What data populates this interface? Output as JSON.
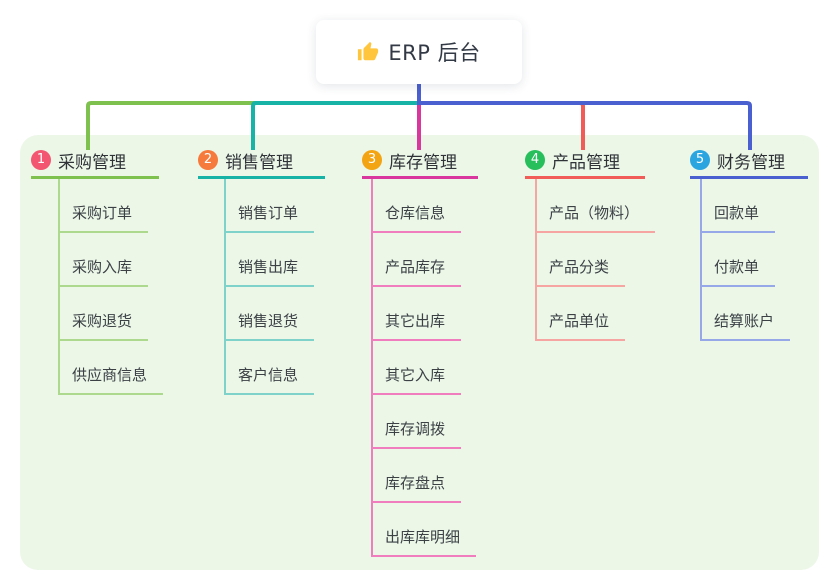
{
  "root": {
    "title": "ERP 后台",
    "icon": "thumbs-up-icon",
    "icon_color": "#FFC53D"
  },
  "colors": {
    "panel_background": "#ECF7E8",
    "root_connector": "#4A5FD0",
    "card_background": "#FFFFFF",
    "header_text": "#2F3338",
    "child_text": "#3C4146"
  },
  "branches": [
    {
      "index": "1",
      "title": "采购管理",
      "badge_color": "#F25670",
      "line_color": "#7EC14F",
      "child_line_color": "#ACD98D",
      "children": [
        "采购订单",
        "采购入库",
        "采购退货",
        "供应商信息"
      ]
    },
    {
      "index": "2",
      "title": "销售管理",
      "badge_color": "#F57A3B",
      "line_color": "#17B3A6",
      "child_line_color": "#7FD2CA",
      "children": [
        "销售订单",
        "销售出库",
        "销售退货",
        "客户信息"
      ]
    },
    {
      "index": "3",
      "title": "库存管理",
      "badge_color": "#F2A413",
      "line_color": "#D9379E",
      "child_line_color": "#F07EBE",
      "children": [
        "仓库信息",
        "产品库存",
        "其它出库",
        "其它入库",
        "库存调拨",
        "库存盘点",
        "出库库明细"
      ]
    },
    {
      "index": "4",
      "title": "产品管理",
      "badge_color": "#27BE5C",
      "line_color": "#F15B58",
      "child_line_color": "#F7A5A2",
      "children": [
        "产品（物料）",
        "产品分类",
        "产品单位"
      ]
    },
    {
      "index": "5",
      "title": "财务管理",
      "badge_color": "#2BA5DF",
      "line_color": "#4A5FD0",
      "child_line_color": "#97A8E8",
      "children": [
        "回款单",
        "付款单",
        "结算账户"
      ]
    }
  ]
}
